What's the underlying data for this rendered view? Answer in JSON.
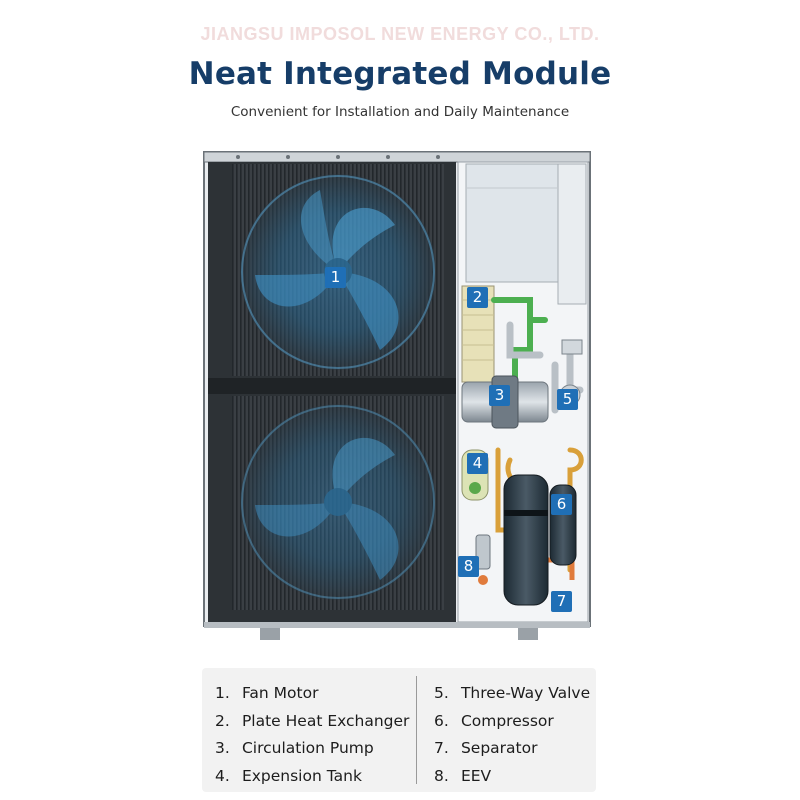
{
  "header": {
    "watermark": "JIANGSU IMPOSOL NEW ENERGY CO., LTD.",
    "title": "Neat Integrated Module",
    "subtitle": "Convenient for Installation and Daily Maintenance"
  },
  "diagram": {
    "badges": [
      "1",
      "2",
      "3",
      "4",
      "5",
      "6",
      "7",
      "8"
    ]
  },
  "legend": {
    "left": [
      {
        "num": "1.",
        "label": "Fan Motor"
      },
      {
        "num": "2.",
        "label": "Plate Heat Exchanger"
      },
      {
        "num": "3.",
        "label": "Circulation Pump"
      },
      {
        "num": "4.",
        "label": "Expension Tank"
      }
    ],
    "right": [
      {
        "num": "5.",
        "label": "Three-Way Valve"
      },
      {
        "num": "6.",
        "label": "Compressor"
      },
      {
        "num": "7.",
        "label": "Separator"
      },
      {
        "num": "8.",
        "label": "EEV"
      }
    ]
  },
  "colors": {
    "title": "#163d68",
    "badge": "#1f6fb6",
    "grille": "#2e3338",
    "fan_blade": "#2a7bb0",
    "pipe_green": "#4caf50",
    "pipe_copper": "#d4893a",
    "legend_bg": "#f2f2f2"
  }
}
